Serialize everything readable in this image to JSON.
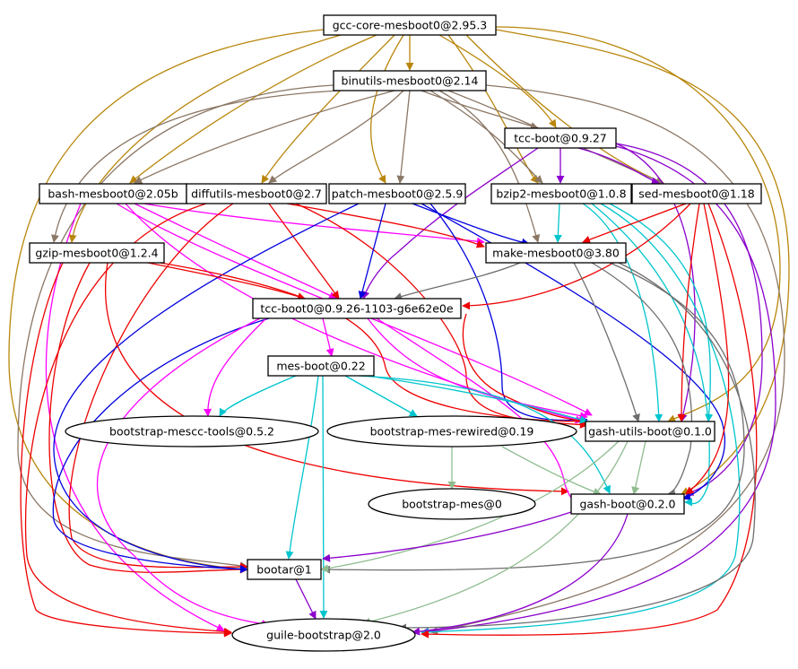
{
  "colors": {
    "gold": "#b8860b",
    "taupe": "#8b7765",
    "gray": "#6e6e6e",
    "red": "#ee0000",
    "blue": "#0000dd",
    "magenta": "#ff00ff",
    "purple": "#8b00cc",
    "cyan": "#00c5cd",
    "sage": "#8fbc8f"
  },
  "nodes": [
    {
      "id": "gcc-core",
      "label": "gcc-core-mesboot0@2.95.3",
      "shape": "box"
    },
    {
      "id": "binutils",
      "label": "binutils-mesboot0@2.14",
      "shape": "box"
    },
    {
      "id": "tcc-boot",
      "label": "tcc-boot@0.9.27",
      "shape": "box"
    },
    {
      "id": "bash",
      "label": "bash-mesboot0@2.05b",
      "shape": "box"
    },
    {
      "id": "diffutils",
      "label": "diffutils-mesboot0@2.7",
      "shape": "box"
    },
    {
      "id": "patch",
      "label": "patch-mesboot0@2.5.9",
      "shape": "box"
    },
    {
      "id": "bzip2",
      "label": "bzip2-mesboot0@1.0.8",
      "shape": "box"
    },
    {
      "id": "sed",
      "label": "sed-mesboot0@1.18",
      "shape": "box"
    },
    {
      "id": "gzip",
      "label": "gzip-mesboot0@1.2.4",
      "shape": "box"
    },
    {
      "id": "make",
      "label": "make-mesboot0@3.80",
      "shape": "box"
    },
    {
      "id": "tcc-boot0",
      "label": "tcc-boot0@0.9.26-1103-g6e62e0e",
      "shape": "box"
    },
    {
      "id": "mes-boot",
      "label": "mes-boot@0.22",
      "shape": "box"
    },
    {
      "id": "mescc-tools",
      "label": "bootstrap-mescc-tools@0.5.2",
      "shape": "ellipse"
    },
    {
      "id": "mes-rewired",
      "label": "bootstrap-mes-rewired@0.19",
      "shape": "ellipse"
    },
    {
      "id": "gash-utils",
      "label": "gash-utils-boot@0.1.0",
      "shape": "box"
    },
    {
      "id": "bootstrap-mes",
      "label": "bootstrap-mes@0",
      "shape": "ellipse"
    },
    {
      "id": "gash-boot",
      "label": "gash-boot@0.2.0",
      "shape": "box"
    },
    {
      "id": "bootar",
      "label": "bootar@1",
      "shape": "box"
    },
    {
      "id": "guile",
      "label": "guile-bootstrap@2.0",
      "shape": "ellipse"
    }
  ]
}
